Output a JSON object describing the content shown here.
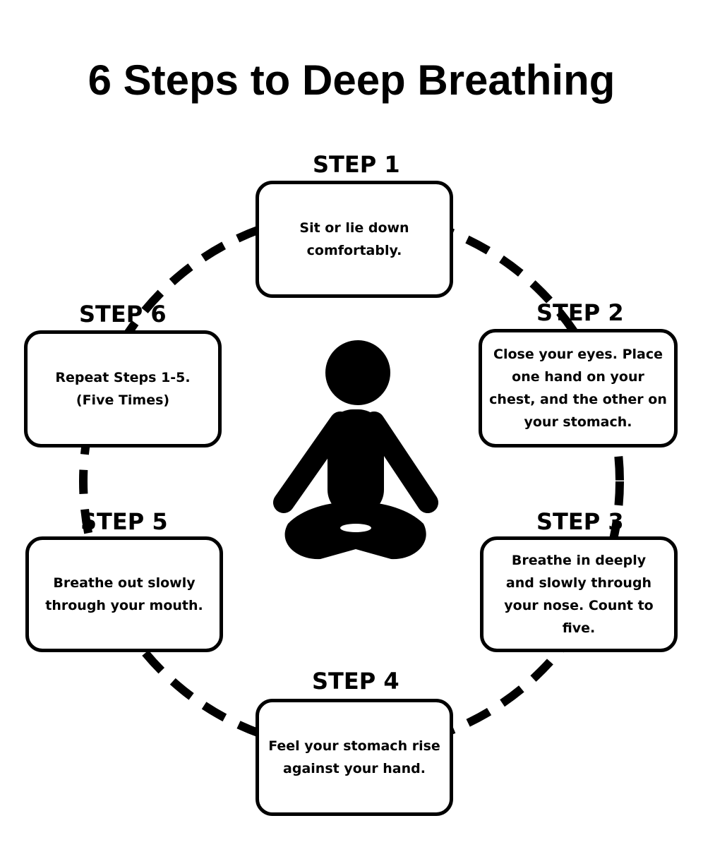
{
  "title": "6 Steps to Deep Breathing",
  "icons": {
    "center": "meditating-person-icon"
  },
  "colors": {
    "ink": "#000000",
    "background": "#ffffff"
  },
  "steps": [
    {
      "label": "STEP 1",
      "text": "Sit or lie down comfortably."
    },
    {
      "label": "STEP 2",
      "text": "Close your eyes. Place one hand on your chest, and the other on your stomach."
    },
    {
      "label": "STEP 3",
      "text": "Breathe in deeply and slowly through your nose. Count to five."
    },
    {
      "label": "STEP 4",
      "text": "Feel your stomach rise against your hand."
    },
    {
      "label": "STEP 5",
      "text": "Breathe out slowly through your mouth."
    },
    {
      "label": "STEP 6",
      "text": "Repeat Steps 1-5. (Five Times)"
    }
  ]
}
